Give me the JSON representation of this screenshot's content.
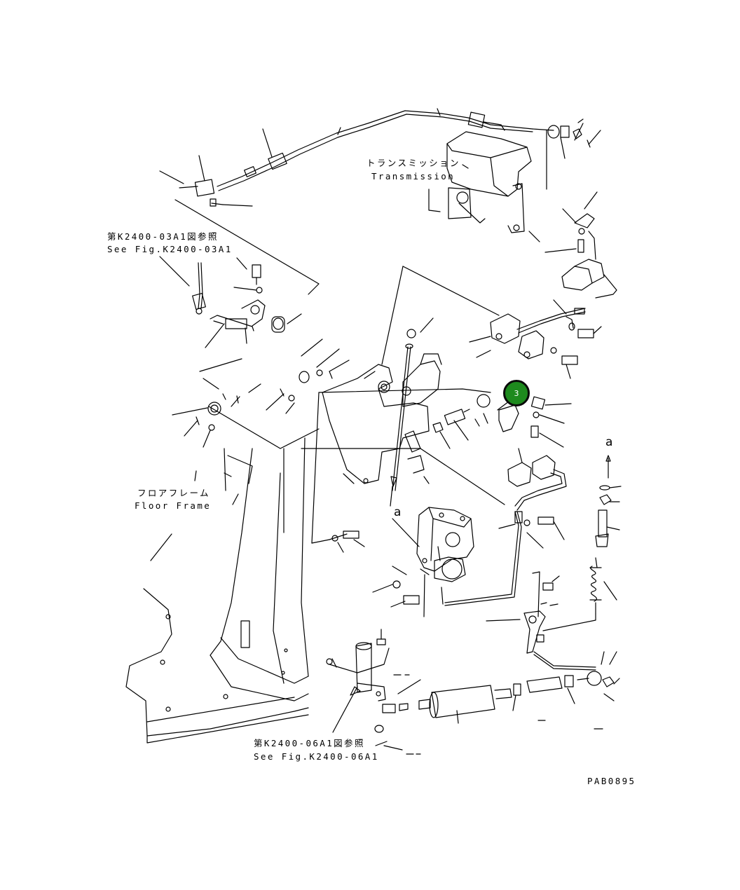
{
  "labels": {
    "transmission_jp": "トランスミッション",
    "transmission_en": "Transmission",
    "ref1_jp": "第K2400-03A1図参照",
    "ref1_en": "See Fig.K2400-03A1",
    "floor_jp": "フロアフレーム",
    "floor_en": "Floor Frame",
    "ref2_jp": "第K2400-06A1図参照",
    "ref2_en": "See Fig.K2400-06A1",
    "view_a_left": "a",
    "view_a_right": "a",
    "drawing_code": "PAB0895"
  },
  "callout": {
    "number": "3",
    "fill_color": "#1e8a1e",
    "border_color": "#0a0a0a"
  },
  "line_color": "#000000"
}
